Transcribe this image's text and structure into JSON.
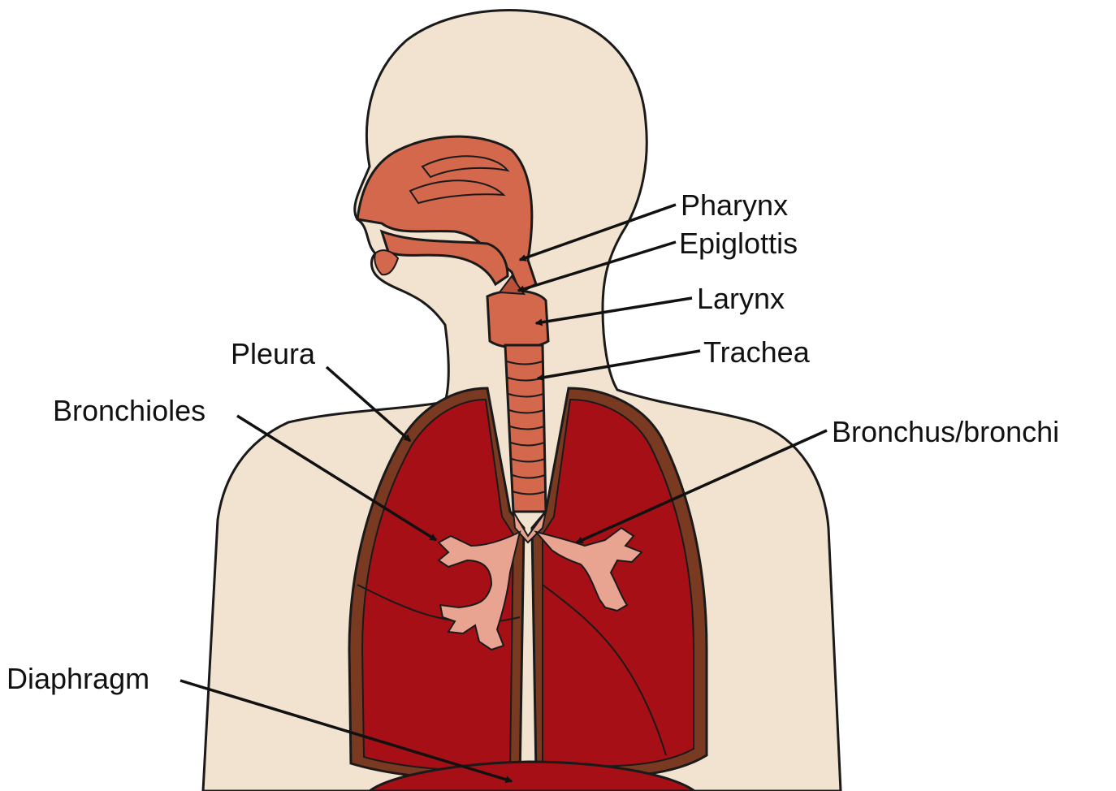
{
  "labels": {
    "pharynx": "Pharynx",
    "epiglottis": "Epiglottis",
    "larynx": "Larynx",
    "trachea": "Trachea",
    "pleura": "Pleura",
    "bronchioles": "Bronchioles",
    "bronchus": "Bronchus/bronchi",
    "diaphragm": "Diaphragm"
  },
  "colors": {
    "skin": "#F1E3CF",
    "airway": "#D3684D",
    "airway_dark": "#B8503A",
    "lung": "#A70F16",
    "pleura": "#7A3A22",
    "bronchus": "#E9A391",
    "outline": "#1A1A1A"
  }
}
